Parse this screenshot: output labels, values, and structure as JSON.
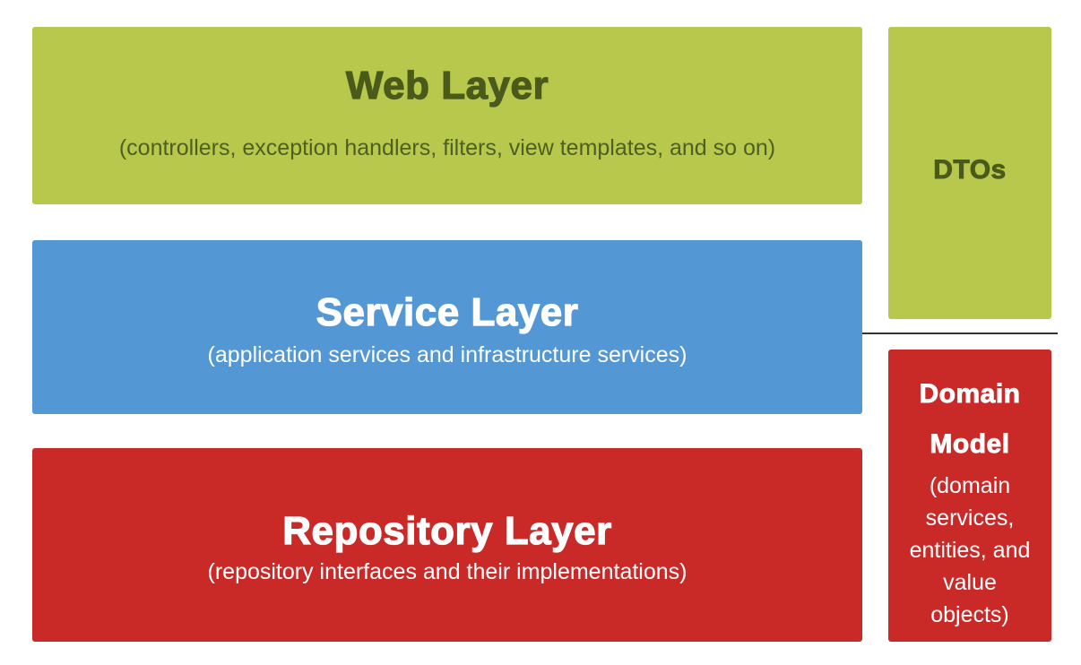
{
  "web_layer": {
    "title": "Web Layer",
    "description": "(controllers, exception handlers, filters, view templates, and so on)"
  },
  "service_layer": {
    "title": "Service Layer",
    "description": "(application services and infrastructure services)"
  },
  "repository_layer": {
    "title": "Repository Layer",
    "description": "(repository interfaces and their implementations)"
  },
  "dtos": {
    "title": "DTOs"
  },
  "domain_model": {
    "title_line1": "Domain",
    "title_line2": "Model",
    "desc_line1": "(domain",
    "desc_line2": "services,",
    "desc_line3": "entities, and",
    "desc_line4": "value",
    "desc_line5": "objects)"
  },
  "colors": {
    "green": "#b7c84c",
    "blue": "#5397d4",
    "red": "#c92a28",
    "dark_green_text": "#4a5a1a",
    "white_text": "#ffffff"
  }
}
